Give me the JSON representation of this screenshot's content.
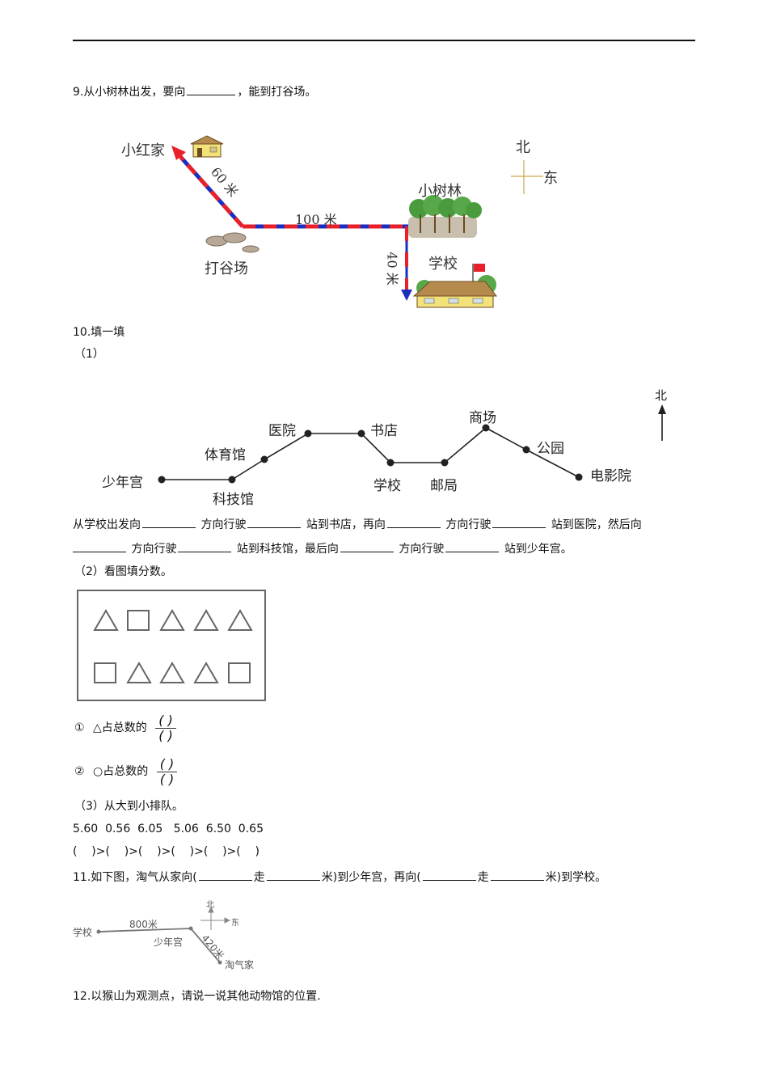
{
  "page": {
    "q9": {
      "number": "9.",
      "text_before": "从小树林出发，要向",
      "text_after": "，能到打谷场。",
      "figure": {
        "labels": {
          "xiaohong_home": "小红家",
          "dist_60": "60 米",
          "dist_100": "100 米",
          "threshing_ground": "打谷场",
          "grove": "小树林",
          "dist_40": "40 米",
          "school": "学校",
          "compass_north": "北",
          "compass_east": "东"
        },
        "colors": {
          "route_red": "#e8202a",
          "route_blue": "#1a2fc0",
          "house_yellow": "#f2e27a"
        }
      }
    },
    "q10": {
      "number": "10.",
      "title": "填一填",
      "part1": {
        "label": "（1）",
        "map": {
          "stops": [
            "少年宫",
            "科技馆",
            "体育馆",
            "医院",
            "书店",
            "学校",
            "邮局",
            "商场",
            "公园",
            "电影院"
          ],
          "north": "北"
        },
        "line1": [
          "从学校出发向",
          "方向行驶",
          "站到书店，再向",
          "方向行驶",
          "站到医院，然后向"
        ],
        "line2": [
          "方向行驶",
          "站到科技馆，最后向",
          "方向行驶",
          "站到少年宫。"
        ]
      },
      "part2": {
        "label": "（2）看图填分数。",
        "shapes_row1": [
          "triangle",
          "square",
          "triangle",
          "triangle",
          "triangle"
        ],
        "shapes_row2": [
          "square",
          "triangle",
          "triangle",
          "triangle",
          "square"
        ],
        "item1": {
          "marker": "①",
          "text": "△占总数的",
          "num": "( )",
          "den": "( )"
        },
        "item2": {
          "marker": "②",
          "text": "○占总数的",
          "num": "( )",
          "den": "( )"
        }
      },
      "part3": {
        "label": "（3）从大到小排队。",
        "numbers": "5.60  0.56  6.05   5.06  6.50  0.65",
        "answer_template": "(    )>(    )>(    )>(    )>(    )>(    )"
      }
    },
    "q11": {
      "number": "11.",
      "text": [
        "如下图，淘气从家向(",
        "走",
        "米)到少年宫，再向(",
        "走",
        "米)到学校。"
      ],
      "figure": {
        "school": "学校",
        "dist_800": "800米",
        "youth_palace": "少年宫",
        "dist_420": "420米",
        "taoqi_home": "淘气家",
        "north": "北",
        "east": "东"
      }
    },
    "q12": {
      "number": "12.",
      "text": "以猴山为观测点，请说一说其他动物馆的位置."
    }
  }
}
